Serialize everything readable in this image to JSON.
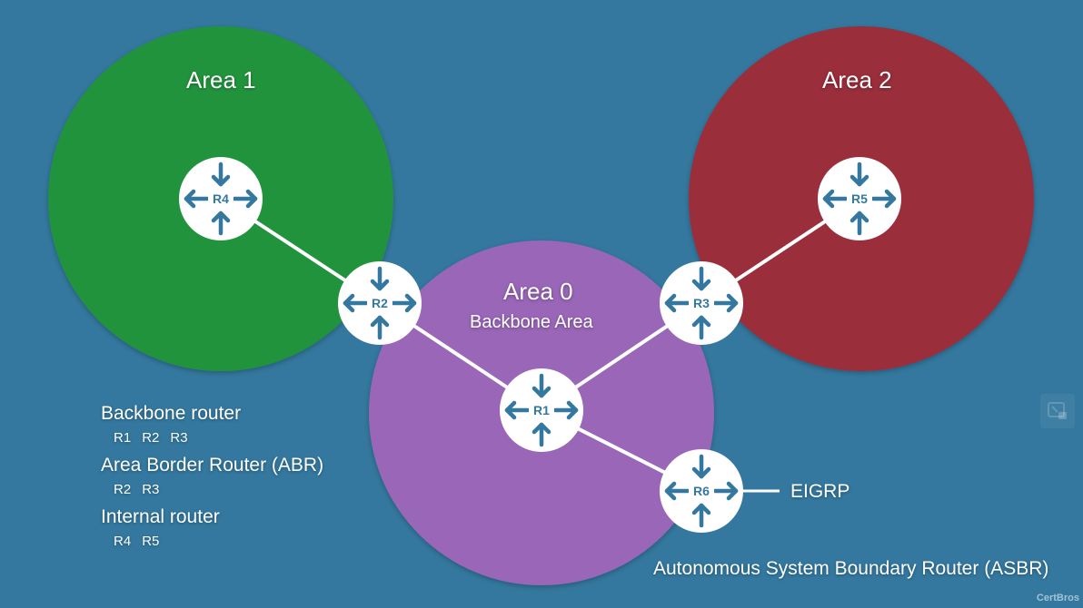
{
  "colors": {
    "background": "#34789f",
    "area0": "#9966b8",
    "area1": "#20933e",
    "area2": "#9a2d3b",
    "router_fill": "#ffffff",
    "router_icon": "#34789f",
    "link": "#ffffff"
  },
  "areas": [
    {
      "id": "area1",
      "title": "Area 1",
      "subtitle": ""
    },
    {
      "id": "area2",
      "title": "Area 2",
      "subtitle": ""
    },
    {
      "id": "area0",
      "title": "Area 0",
      "subtitle": "Backbone Area"
    }
  ],
  "routers": [
    {
      "id": "R1",
      "label": "R1",
      "area": "Area 0",
      "icon": "router-arrows-icon"
    },
    {
      "id": "R2",
      "label": "R2",
      "area": "Area 0 / Area 1",
      "icon": "router-arrows-icon"
    },
    {
      "id": "R3",
      "label": "R3",
      "area": "Area 0 / Area 2",
      "icon": "router-arrows-icon"
    },
    {
      "id": "R4",
      "label": "R4",
      "area": "Area 1",
      "icon": "router-arrows-icon"
    },
    {
      "id": "R5",
      "label": "R5",
      "area": "Area 2",
      "icon": "router-arrows-icon"
    },
    {
      "id": "R6",
      "label": "R6",
      "area": "Area 0",
      "icon": "router-arrows-icon"
    }
  ],
  "links": [
    {
      "from": "R4",
      "to": "R2"
    },
    {
      "from": "R2",
      "to": "R1"
    },
    {
      "from": "R1",
      "to": "R3"
    },
    {
      "from": "R3",
      "to": "R5"
    },
    {
      "from": "R1",
      "to": "R6"
    }
  ],
  "external": {
    "label": "EIGRP",
    "connected_to": "R6"
  },
  "legend": [
    {
      "heading": "Backbone router",
      "items": [
        "R1",
        "R2",
        "R3"
      ]
    },
    {
      "heading": "Area Border Router (ABR)",
      "items": [
        "R2",
        "R3"
      ]
    },
    {
      "heading": "Internal router",
      "items": [
        "R4",
        "R5"
      ]
    }
  ],
  "asbr_label": "Autonomous System Boundary Router (ASBR)",
  "watermark": "CertBros",
  "pip_button": {
    "icon": "picture-in-picture-icon"
  }
}
